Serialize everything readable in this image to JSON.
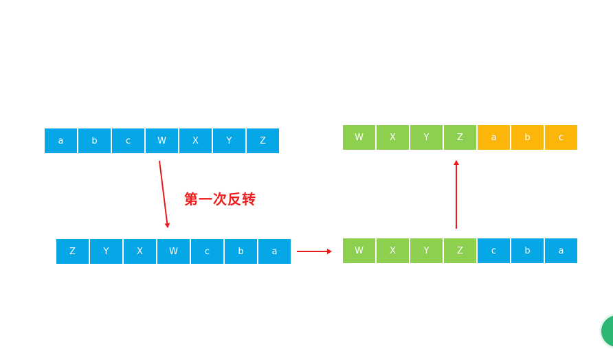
{
  "rows": {
    "top_left": [
      {
        "text": "a",
        "color": "blue"
      },
      {
        "text": "b",
        "color": "blue"
      },
      {
        "text": "c",
        "color": "blue"
      },
      {
        "text": "W",
        "color": "blue"
      },
      {
        "text": "X",
        "color": "blue"
      },
      {
        "text": "Y",
        "color": "blue"
      },
      {
        "text": "Z",
        "color": "blue"
      }
    ],
    "bottom_left": [
      {
        "text": "Z",
        "color": "blue"
      },
      {
        "text": "Y",
        "color": "blue"
      },
      {
        "text": "X",
        "color": "blue"
      },
      {
        "text": "W",
        "color": "blue"
      },
      {
        "text": "c",
        "color": "blue"
      },
      {
        "text": "b",
        "color": "blue"
      },
      {
        "text": "a",
        "color": "blue"
      }
    ],
    "bottom_right": [
      {
        "text": "W",
        "color": "green"
      },
      {
        "text": "X",
        "color": "green"
      },
      {
        "text": "Y",
        "color": "green"
      },
      {
        "text": "Z",
        "color": "green"
      },
      {
        "text": "c",
        "color": "blue"
      },
      {
        "text": "b",
        "color": "blue"
      },
      {
        "text": "a",
        "color": "blue"
      }
    ],
    "top_right": [
      {
        "text": "W",
        "color": "green"
      },
      {
        "text": "X",
        "color": "green"
      },
      {
        "text": "Y",
        "color": "green"
      },
      {
        "text": "Z",
        "color": "green"
      },
      {
        "text": "a",
        "color": "orange"
      },
      {
        "text": "b",
        "color": "orange"
      },
      {
        "text": "c",
        "color": "orange"
      }
    ]
  },
  "step_label": "第一次反转",
  "colors": {
    "blue": "#05a7e6",
    "green": "#8dcf4f",
    "orange": "#fcb60a",
    "arrow": "#e8191a",
    "label": "#ee1c1c"
  }
}
